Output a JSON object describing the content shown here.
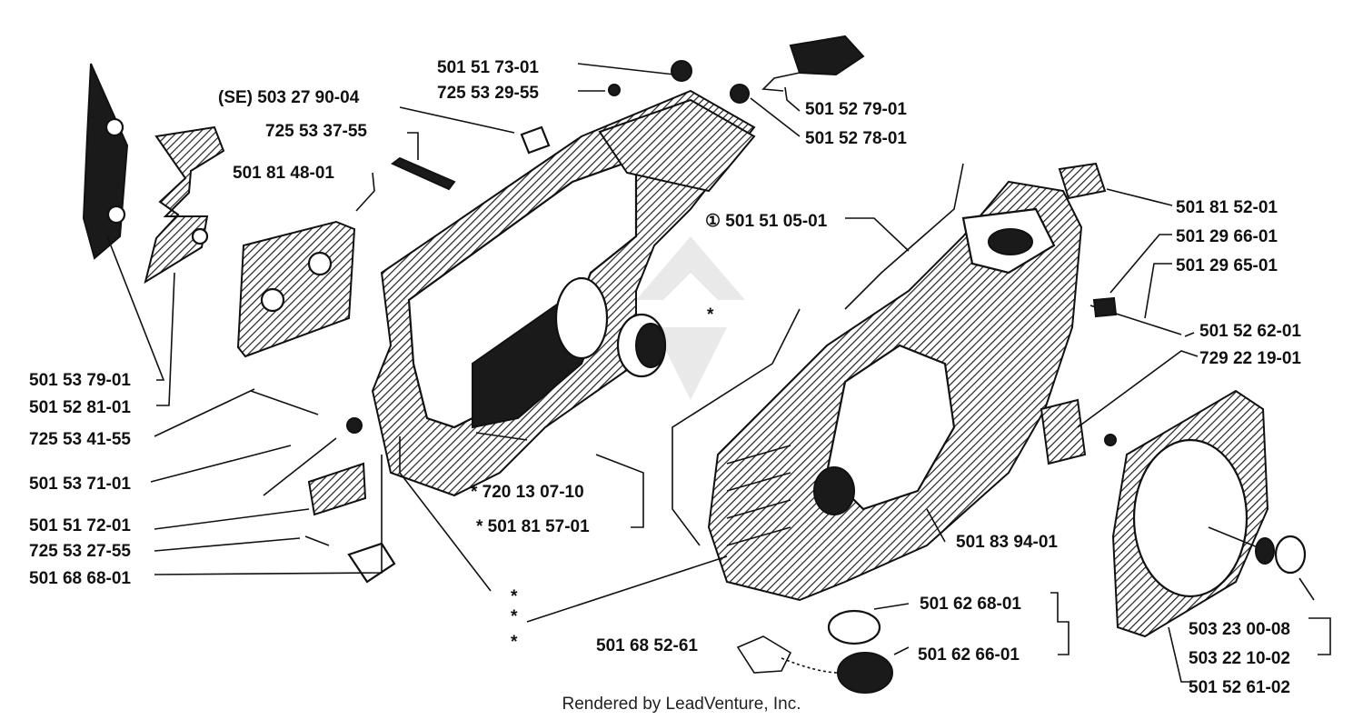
{
  "parts": [
    {
      "id": "p1",
      "text": "501 51 73-01"
    },
    {
      "id": "p2",
      "text": "725 53 29-55"
    },
    {
      "id": "p3",
      "text": "(SE) 503 27 90-04"
    },
    {
      "id": "p4",
      "text": "725 53 37-55"
    },
    {
      "id": "p5",
      "text": "501 81 48-01"
    },
    {
      "id": "p6",
      "text": "501 52 79-01"
    },
    {
      "id": "p7",
      "text": "501 52 78-01"
    },
    {
      "id": "p8",
      "text": "① 501 51 05-01"
    },
    {
      "id": "p9",
      "text": "501 81 52-01"
    },
    {
      "id": "p10",
      "text": "501 29 66-01"
    },
    {
      "id": "p11",
      "text": "501 29 65-01"
    },
    {
      "id": "p12",
      "text": "501 52 62-01"
    },
    {
      "id": "p13",
      "text": "729 22 19-01"
    },
    {
      "id": "p14",
      "text": "501 53 79-01"
    },
    {
      "id": "p15",
      "text": "501 52 81-01"
    },
    {
      "id": "p16",
      "text": "725 53 41-55"
    },
    {
      "id": "p17",
      "text": "501 53 71-01"
    },
    {
      "id": "p18",
      "text": "* 720 13 07-10"
    },
    {
      "id": "p19",
      "text": "* 501 81 57-01"
    },
    {
      "id": "p20",
      "text": "501 51 72-01"
    },
    {
      "id": "p21",
      "text": "725 53 27-55"
    },
    {
      "id": "p22",
      "text": "501 68 68-01"
    },
    {
      "id": "p23",
      "text": "501 83 94-01"
    },
    {
      "id": "p24",
      "text": "501 62 68-01"
    },
    {
      "id": "p25",
      "text": "501 62 66-01"
    },
    {
      "id": "p26",
      "text": "501 68 52-61"
    },
    {
      "id": "p27",
      "text": "503 23 00-08"
    },
    {
      "id": "p28",
      "text": "503 22 10-02"
    },
    {
      "id": "p29",
      "text": "501 52 61-02"
    }
  ],
  "asterisk": "*",
  "footer": "Rendered by LeadVenture, Inc."
}
